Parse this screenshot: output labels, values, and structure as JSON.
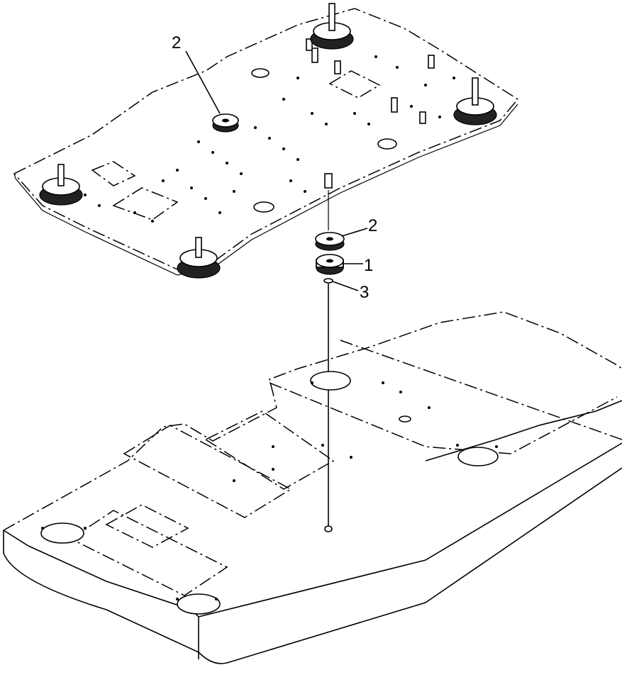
{
  "diagram": {
    "callouts": [
      {
        "id": "part-2-top",
        "label": "2"
      },
      {
        "id": "part-2-stack",
        "label": "2"
      },
      {
        "id": "part-1-stack",
        "label": "1"
      },
      {
        "id": "part-3-stack",
        "label": "3"
      }
    ]
  }
}
